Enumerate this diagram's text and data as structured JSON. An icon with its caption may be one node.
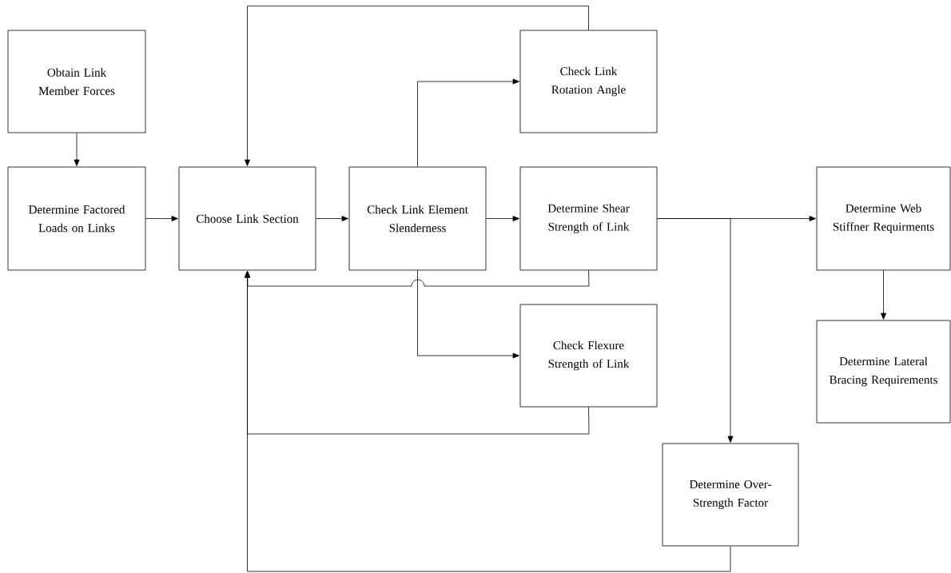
{
  "diagram": {
    "nodes": [
      {
        "text": [
          "Obtain Link Member Forces"
        ]
      },
      {
        "text": [
          "Determine Factored Loads on Links"
        ]
      },
      {
        "text": [
          "Choose Link Section"
        ]
      },
      {
        "text": [
          "Check Link Element Slenderness"
        ]
      },
      {
        "text": [
          "Check Link Rotation Angle"
        ]
      },
      {
        "text": [
          "Determine Shear Strength of Link"
        ]
      },
      {
        "text": [
          "Check Flexure Strength of Link"
        ]
      },
      {
        "text": [
          "Determine Web Stiffner Requirments"
        ]
      },
      {
        "text": [
          "Determine Lateral Bracing Requirements"
        ]
      },
      {
        "text": [
          "Determine Over-Strength Factor"
        ]
      }
    ],
    "edges": [
      {
        "from": 0,
        "to": 1,
        "arrow": "to"
      },
      {
        "from": 1,
        "to": 2,
        "arrow": "to"
      },
      {
        "from": 2,
        "to": 3,
        "arrow": "to"
      },
      {
        "from": 3,
        "to": 5,
        "arrow": "to"
      },
      {
        "from": 3,
        "to": 4,
        "arrow": "to"
      },
      {
        "from": 3,
        "to": 6,
        "arrow": "to"
      },
      {
        "from": 4,
        "to": 2,
        "arrow": "to"
      },
      {
        "from": 5,
        "to": 2,
        "arrow": "to"
      },
      {
        "from": 6,
        "to": 2,
        "arrow": "to"
      },
      {
        "from": 9,
        "to": 2,
        "arrow": "to"
      },
      {
        "from": 5,
        "to": 7,
        "arrow": "to"
      },
      {
        "from": 5,
        "to": 9,
        "arrow": "to"
      },
      {
        "from": 7,
        "to": 8,
        "arrow": "to"
      }
    ]
  }
}
